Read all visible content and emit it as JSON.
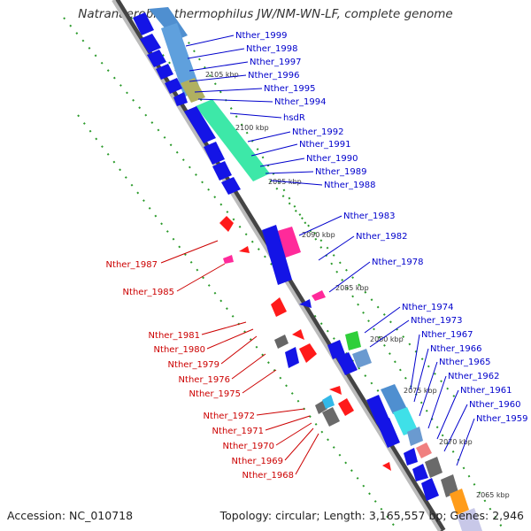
{
  "title": "Natranaerobius thermophilus JW/NM-WN-LF, complete genome",
  "footer": {
    "accession": "Accession: NC_010718",
    "summary": "Topology: circular; Length: 3,165,557 bp; Genes: 2,946"
  },
  "colors": {
    "forward_label": "#0000cc",
    "reverse_label": "#cc0000",
    "cds_blue": "#1414e6",
    "rna_green": "#2fcf3a",
    "backbone": "#888888",
    "tick_green": "#2a9a2a"
  },
  "kbp_ticks": [
    "2105 kbp",
    "2100 kbp",
    "2095 kbp",
    "2090 kbp",
    "2085 kbp",
    "2080 kbp",
    "2075 kbp",
    "2070 kbp",
    "2065 kbp"
  ],
  "forward_labels": [
    "Nther_1999",
    "Nther_1998",
    "Nther_1997",
    "Nther_1996",
    "Nther_1995",
    "Nther_1994",
    "hsdR",
    "Nther_1992",
    "Nther_1991",
    "Nther_1990",
    "Nther_1989",
    "Nther_1988",
    "Nther_1983",
    "Nther_1982",
    "Nther_1978",
    "Nther_1974",
    "Nther_1973",
    "Nther_1967",
    "Nther_1966",
    "Nther_1965",
    "Nther_1962",
    "Nther_1961",
    "Nther_1960",
    "Nther_1959"
  ],
  "reverse_labels": [
    "Nther_1987",
    "Nther_1985",
    "Nther_1981",
    "Nther_1980",
    "Nther_1979",
    "Nther_1976",
    "Nther_1975",
    "Nther_1972",
    "Nther_1971",
    "Nther_1970",
    "Nther_1969",
    "Nther_1968"
  ]
}
